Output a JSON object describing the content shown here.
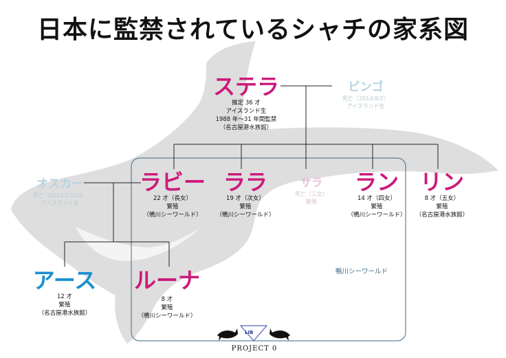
{
  "title": "日本に監禁されているシャチの家系図",
  "park_label": "鴨川シーワールド",
  "footer": "PROJECT 0",
  "logo_text": "LIB",
  "orcas": {
    "stella": {
      "name": "ステラ",
      "line1": "推定 36 才",
      "line2": "アイスランド生",
      "line3": "1988 年〜31 年間監禁",
      "line4": "（名古屋港水族館）"
    },
    "bingo": {
      "name": "ビンゴ",
      "line1": "死亡（2014/8/2）",
      "line2": "アイスランド生"
    },
    "oscar": {
      "name": "オスカー",
      "line1": "死亡（2012/12/20）",
      "line2": "アイスランド生"
    },
    "lovey": {
      "name": "ラビー",
      "line1": "22 才（長女）",
      "line2": "繁殖",
      "line3": "（鴨川シーワールド）"
    },
    "lara": {
      "name": "ララ",
      "line1": "19 才（次女）",
      "line2": "繁殖",
      "line3": "（鴨川シーワールド）"
    },
    "sara": {
      "name": "サラ",
      "line1": "死亡（三女）",
      "line2": "繁殖"
    },
    "ran": {
      "name": "ラン",
      "line1": "14 才（四女）",
      "line2": "繁殖",
      "line3": "（鴨川シーワールド）"
    },
    "rin": {
      "name": "リン",
      "line1": "8 才（五女）",
      "line2": "繁殖",
      "line3": "（名古屋港水族館）"
    },
    "earth": {
      "name": "アース",
      "line1": "12 才",
      "line2": "繁殖",
      "line3": "（名古屋港水族館）"
    },
    "luna": {
      "name": "ルーナ",
      "line1": "8 才",
      "line2": "繁殖",
      "line3": "（鴨川シーワールド）"
    }
  },
  "colors": {
    "alive": "#cc1a7a",
    "earth": "#1a8fcf",
    "deceased_male": "#b7d2e2",
    "deceased_female": "#e6bfd2",
    "silhouette": "#dcdcdc",
    "park_box": "#3a6a8a"
  }
}
